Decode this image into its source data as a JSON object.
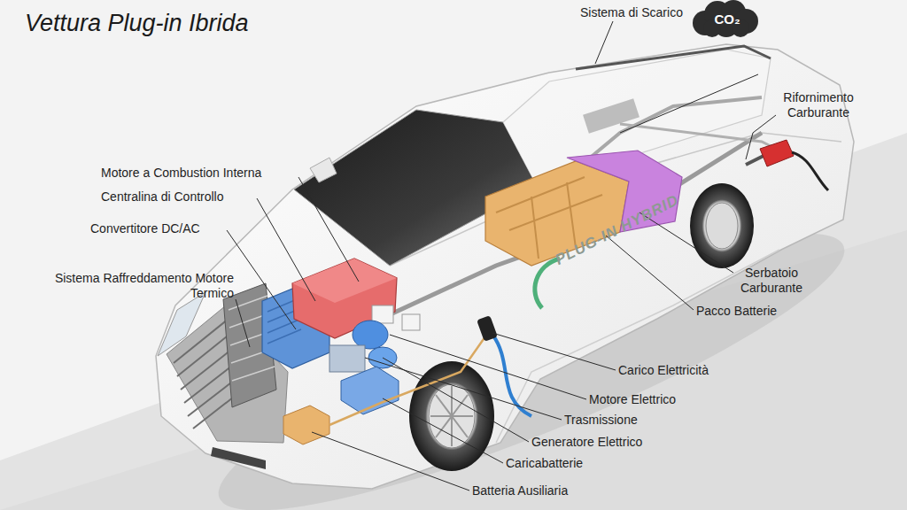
{
  "diagram": {
    "title": "Vettura Plug-in Ibrida",
    "nodes": [
      {
        "text": [
          "CO₂"
        ]
      }
    ],
    "labels": [
      "Sistema di Scarico",
      "Rifornimento Carburante",
      "Motore a Combustion Interna",
      "Centralina di Controllo",
      "Convertitore DC/AC",
      "Sistema Raffreddamento Motore Termico",
      "Serbatoio Carburante",
      "Pacco Batterie",
      "Carico Elettricità",
      "Motore Elettrico",
      "Trasmissione",
      "Generatore Elettrico",
      "Caricabatterie",
      "Batteria Ausiliaria",
      "PLUG-IN HYBRID"
    ]
  }
}
